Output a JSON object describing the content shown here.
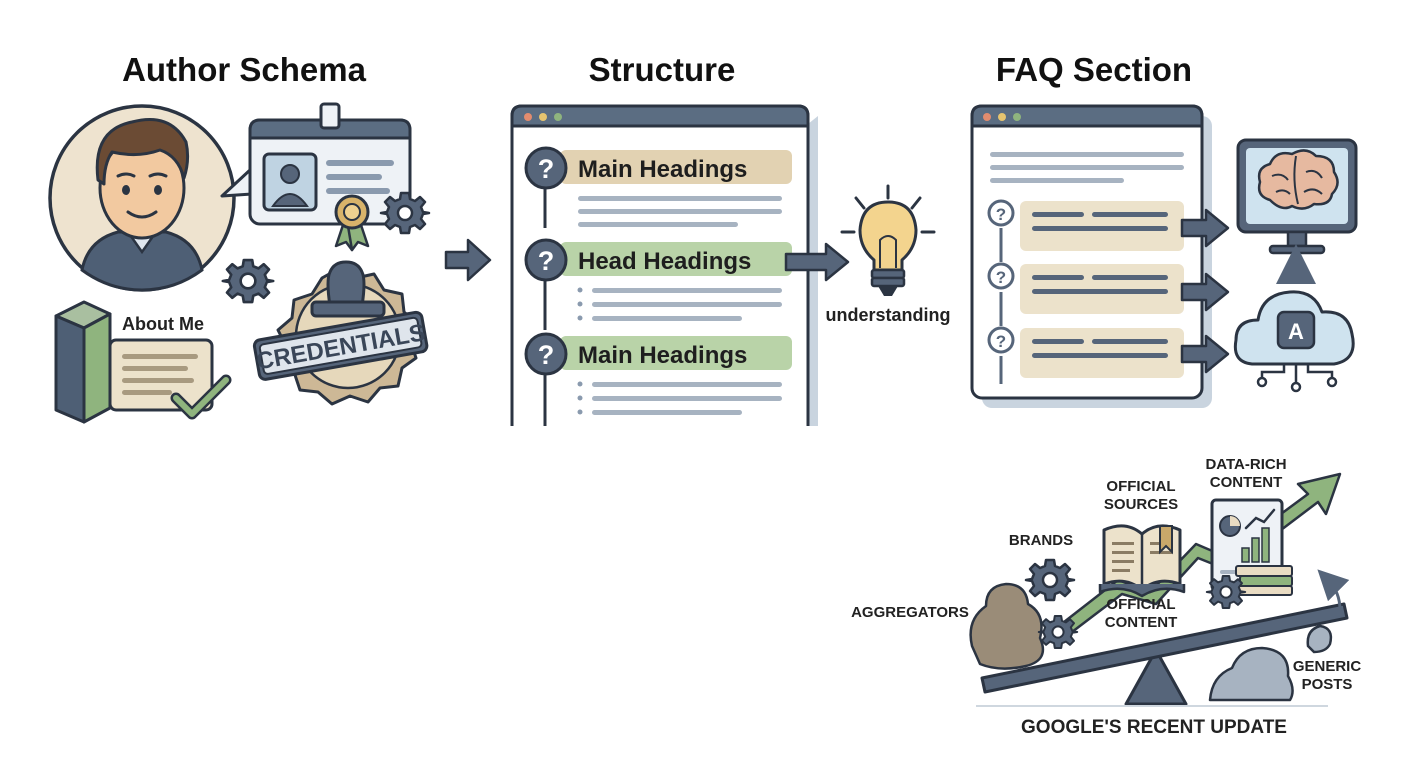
{
  "sections": {
    "author": {
      "title": "Author Schema",
      "about_me": "About Me",
      "credentials": "CREDENTIALS"
    },
    "structure": {
      "title": "Structure",
      "headings": [
        "Main Headings",
        "Head Headings",
        "Main Headings"
      ],
      "understanding": "understanding"
    },
    "faq": {
      "title": "FAQ Section",
      "ai_chip_letter": "A"
    }
  },
  "seesaw": {
    "labels": {
      "data_rich_1": "DATA-RICH",
      "data_rich_2": "CONTENT",
      "official_sources_1": "OFFICIAL",
      "official_sources_2": "SOURCES",
      "brands": "BRANDS",
      "aggregators": "AGGREGATORS",
      "official_content_1": "OFFICIAL",
      "official_content_2": "CONTENT",
      "generic_1": "GENERIC",
      "generic_2": "POSTS"
    },
    "caption": "GOOGLE'S RECENT UPDATE"
  },
  "colors": {
    "ink": "#2b3442",
    "slate": "#56657a",
    "tan": "#e9dcc3",
    "tan_dark": "#d9c8a4",
    "green": "#8fb47e",
    "green_light": "#b9d3a8",
    "window_bar": "#5b6d82",
    "sky": "#cfe3ef",
    "skin": "#f2c9a0",
    "hair": "#6b4b34",
    "bulb": "#f3d48e",
    "rock": "#9a8c78"
  }
}
